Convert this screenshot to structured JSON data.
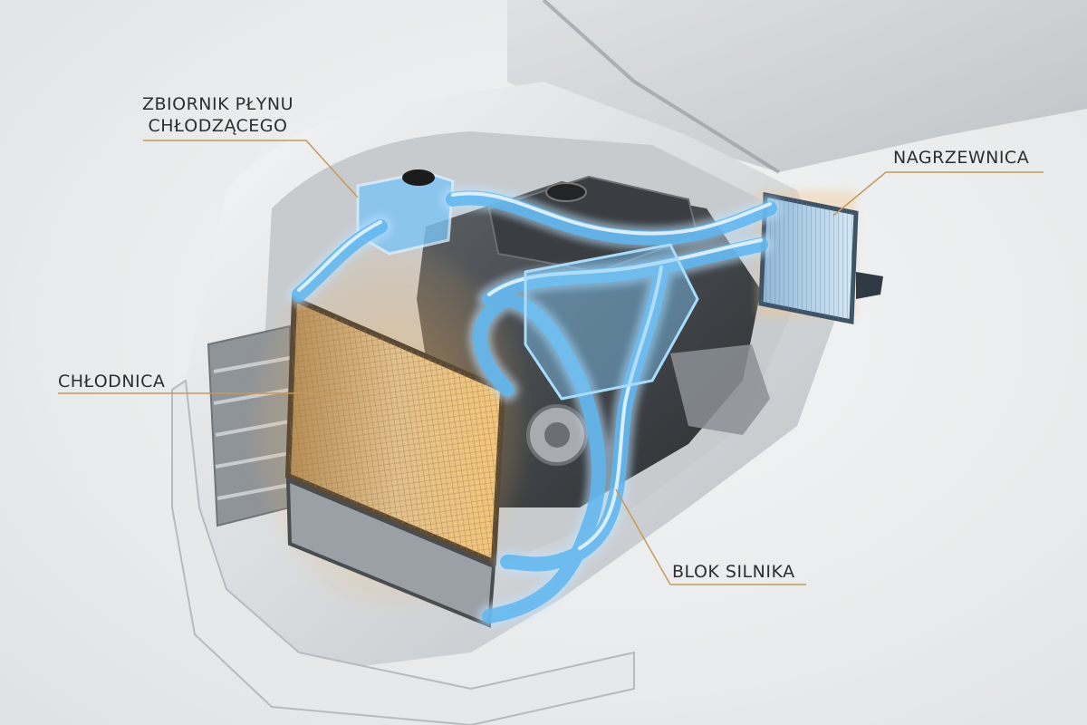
{
  "diagram": {
    "labels": {
      "reservoir": [
        "ZBIORNIK PŁYNU",
        "CHŁODZĄCEGO"
      ],
      "heater": "NAGRZEWNICA",
      "radiator": "CHŁODNICA",
      "engine_block": "BLOK SILNIKA"
    },
    "colors": {
      "background": "#e9ebec",
      "coolant": "#5fb6f0",
      "coolant_glow": "#bfe4ff",
      "radiator_glow": "#f3b25a",
      "leader_line": "#c59a5a",
      "label_text": "#2e2e2e"
    }
  }
}
